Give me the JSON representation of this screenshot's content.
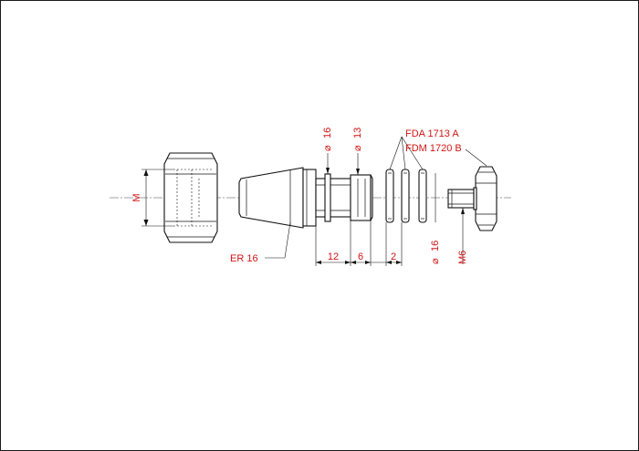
{
  "labels": {
    "nut_thread": "M",
    "collet_type": "ER 16",
    "dia_16": "16",
    "dia_13": "13",
    "dia_16_b": "16",
    "part_a": "FDA 1713 A",
    "part_b": "FDM 1720 B",
    "thread_m6": "M6",
    "dim_12": "12",
    "dim_6": "6",
    "dim_2": "2"
  },
  "symbols": {
    "diameter": "⌀"
  },
  "colors": {
    "label_red": "#d11515",
    "line": "#111111",
    "frame": "#1a1a1a"
  }
}
